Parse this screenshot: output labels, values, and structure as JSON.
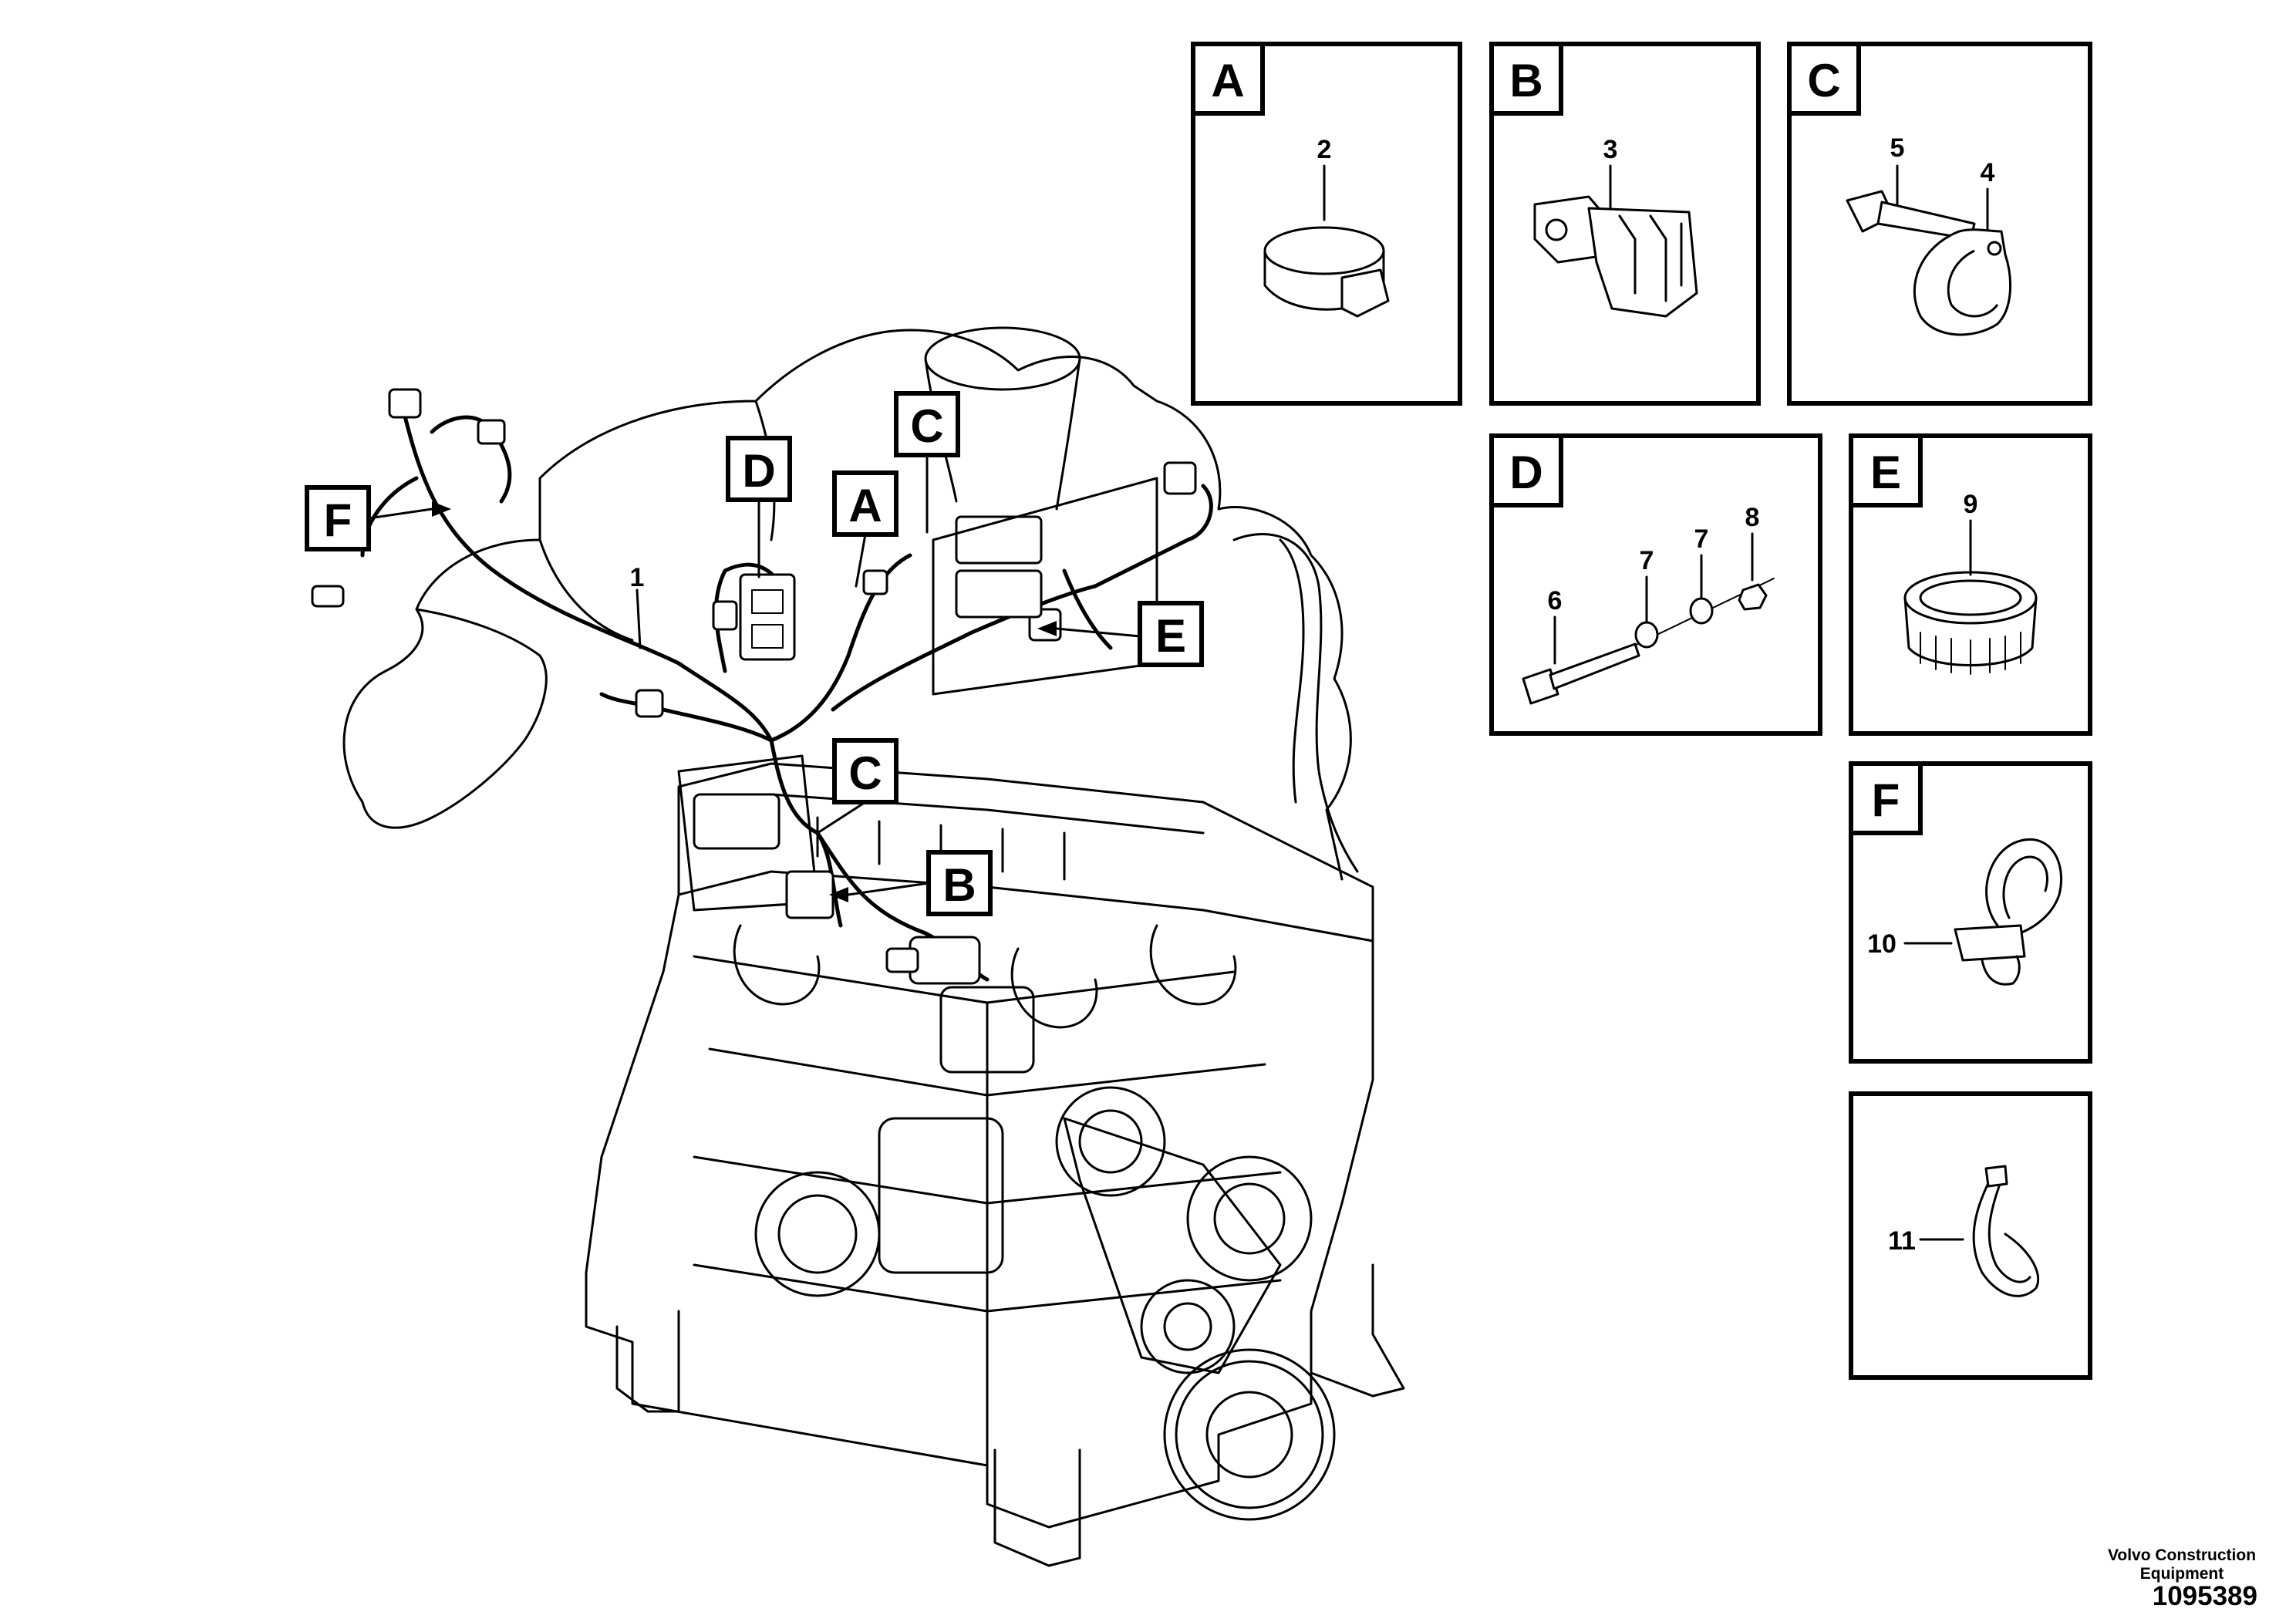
{
  "callouts": {
    "A": "A",
    "B": "B",
    "C": "C",
    "D": "D",
    "E": "E",
    "F": "F"
  },
  "detail_boxes": [
    {
      "letter": "A",
      "items": [
        "2"
      ]
    },
    {
      "letter": "B",
      "items": [
        "3"
      ]
    },
    {
      "letter": "C",
      "items": [
        "5",
        "4"
      ]
    },
    {
      "letter": "D",
      "items": [
        "6",
        "7",
        "7",
        "8"
      ]
    },
    {
      "letter": "E",
      "items": [
        "9"
      ]
    },
    {
      "letter": "F",
      "items": [
        "10"
      ]
    },
    {
      "letter": "",
      "items": [
        "11"
      ]
    }
  ],
  "main_labels": {
    "harness": "1"
  },
  "brand": "Volvo Construction Equipment",
  "doc_number": "1095389"
}
